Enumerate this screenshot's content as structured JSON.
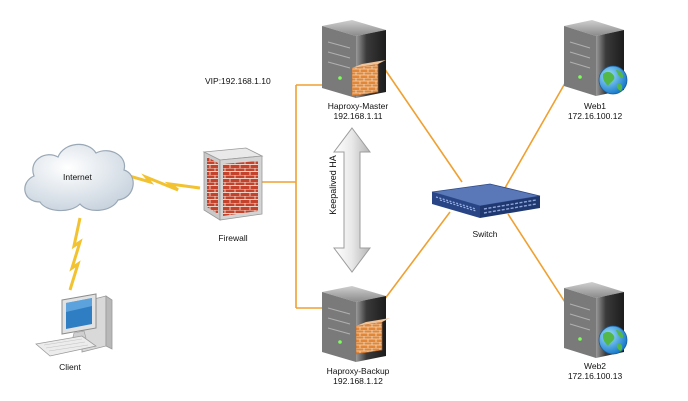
{
  "nodes": {
    "internet": {
      "label": "Internet"
    },
    "client": {
      "label": "Client"
    },
    "firewall": {
      "label": "Firewall"
    },
    "vip": {
      "label": "VIP:192.168.1.10"
    },
    "haproxy_master": {
      "name": "Haproxy-Master",
      "ip": "192.168.1.11"
    },
    "haproxy_backup": {
      "name": "Haproxy-Backup",
      "ip": "192.168.1.12"
    },
    "keepalived": {
      "label": "Keepalived HA"
    },
    "switch": {
      "label": "Switch"
    },
    "web1": {
      "name": "Web1",
      "ip": "172.16.100.12"
    },
    "web2": {
      "name": "Web2",
      "ip": "172.16.100.13"
    }
  },
  "colors": {
    "link": "#f0a030",
    "lightning": "#f2c230",
    "server_dark": "#2a2a2a",
    "server_light": "#6b6b6b",
    "firewall_brick": "#c8402a",
    "switch_blue": "#2d4a8a",
    "cloud": "#e4ebf2"
  }
}
